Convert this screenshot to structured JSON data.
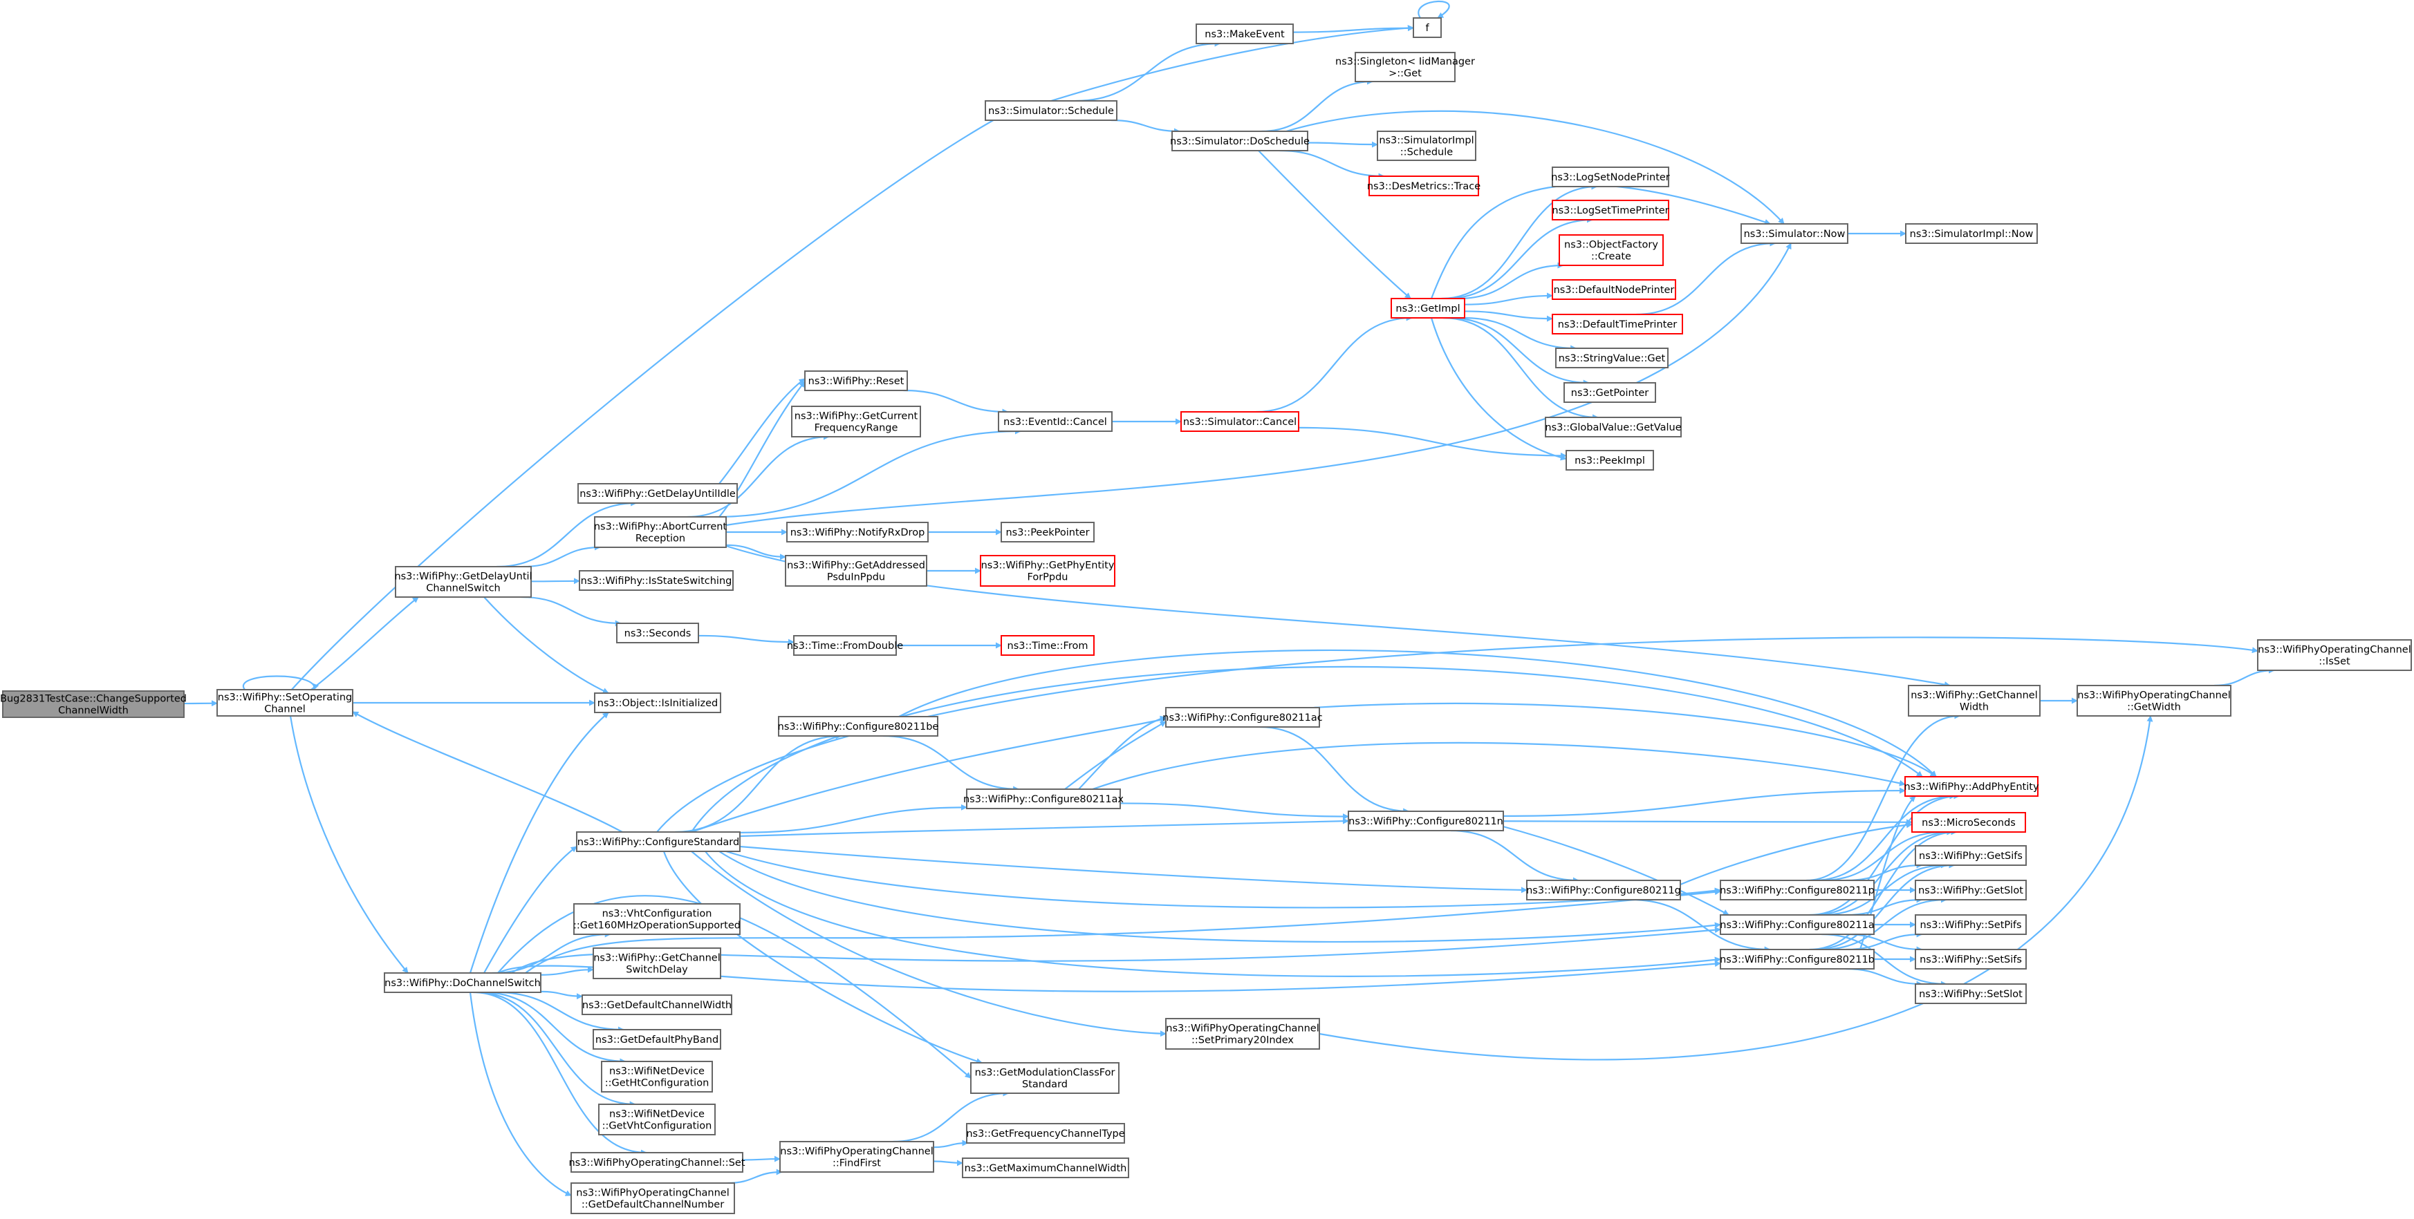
{
  "colors": {
    "edge": "#63b8ff",
    "node_border": "#666666",
    "truncated_border": "#ff0000",
    "root_fill": "#999999"
  },
  "nodes": {
    "bug": [
      "Bug2831TestCase::ChangeSupported",
      "ChannelWidth"
    ],
    "setop": [
      "ns3::WifiPhy::SetOperating",
      "Channel"
    ],
    "schedule": [
      "ns3::Simulator::Schedule"
    ],
    "makeevent": [
      "ns3::MakeEvent"
    ],
    "f": [
      "f"
    ],
    "singleton": [
      "ns3::Singleton< IidManager",
      " >::Get"
    ],
    "doschedule": [
      "ns3::Simulator::DoSchedule"
    ],
    "simimplsched": [
      "ns3::SimulatorImpl",
      "::Schedule"
    ],
    "desmetrics": [
      "ns3::DesMetrics::Trace"
    ],
    "lognode": [
      "ns3::LogSetNodePrinter"
    ],
    "logtime": [
      "ns3::LogSetTimePrinter"
    ],
    "objfactory": [
      "ns3::ObjectFactory",
      "::Create"
    ],
    "defnode": [
      "ns3::DefaultNodePrinter"
    ],
    "deftime": [
      "ns3::DefaultTimePrinter"
    ],
    "getimpl": [
      "ns3::GetImpl"
    ],
    "strget": [
      "ns3::StringValue::Get"
    ],
    "getptr": [
      "ns3::GetPointer"
    ],
    "globget": [
      "ns3::GlobalValue::GetValue"
    ],
    "peekimpl": [
      "ns3::PeekImpl"
    ],
    "simnow": [
      "ns3::Simulator::Now"
    ],
    "simimplnow": [
      "ns3::SimulatorImpl::Now"
    ],
    "reset": [
      "ns3::WifiPhy::Reset"
    ],
    "getcurfreq": [
      "ns3::WifiPhy::GetCurrent",
      "FrequencyRange"
    ],
    "evcancel": [
      "ns3::EventId::Cancel"
    ],
    "simcancel": [
      "ns3::Simulator::Cancel"
    ],
    "getdelayidle": [
      "ns3::WifiPhy::GetDelayUntilIdle"
    ],
    "abort": [
      "ns3::WifiPhy::AbortCurrent",
      "Reception"
    ],
    "notifyrx": [
      "ns3::WifiPhy::NotifyRxDrop"
    ],
    "peekptr": [
      "ns3::PeekPointer"
    ],
    "getaddr": [
      "ns3::WifiPhy::GetAddressed",
      "PsduInPpdu"
    ],
    "getphyent": [
      "ns3::WifiPhy::GetPhyEntity",
      "ForPpdu"
    ],
    "getdelaysw": [
      "ns3::WifiPhy::GetDelayUntil",
      "ChannelSwitch"
    ],
    "isstatesw": [
      "ns3::WifiPhy::IsStateSwitching"
    ],
    "seconds": [
      "ns3::Seconds"
    ],
    "fromdouble": [
      "ns3::Time::FromDouble"
    ],
    "timefrom": [
      "ns3::Time::From"
    ],
    "isinit": [
      "ns3::Object::IsInitialized"
    ],
    "isset": [
      "ns3::WifiPhyOperatingChannel",
      "::IsSet"
    ],
    "getchwidth": [
      "ns3::WifiPhy::GetChannel",
      "Width"
    ],
    "opgetwidth": [
      "ns3::WifiPhyOperatingChannel",
      "::GetWidth"
    ],
    "cfgbe": [
      "ns3::WifiPhy::Configure80211be"
    ],
    "cfgac": [
      "ns3::WifiPhy::Configure80211ac"
    ],
    "cfgax": [
      "ns3::WifiPhy::Configure80211ax"
    ],
    "cfgn": [
      "ns3::WifiPhy::Configure80211n"
    ],
    "addphy": [
      "ns3::WifiPhy::AddPhyEntity"
    ],
    "micro": [
      "ns3::MicroSeconds"
    ],
    "cfgstd": [
      "ns3::WifiPhy::ConfigureStandard"
    ],
    "cfgg": [
      "ns3::WifiPhy::Configure80211g"
    ],
    "cfgp": [
      "ns3::WifiPhy::Configure80211p"
    ],
    "cfga": [
      "ns3::WifiPhy::Configure80211a"
    ],
    "cfgb": [
      "ns3::WifiPhy::Configure80211b"
    ],
    "getsifs": [
      "ns3::WifiPhy::GetSifs"
    ],
    "getslot": [
      "ns3::WifiPhy::GetSlot"
    ],
    "setpifs": [
      "ns3::WifiPhy::SetPifs"
    ],
    "setsifs": [
      "ns3::WifiPhy::SetSifs"
    ],
    "setslot": [
      "ns3::WifiPhy::SetSlot"
    ],
    "vht160": [
      "ns3::VhtConfiguration",
      "::Get160MHzOperationSupported"
    ],
    "getchsw": [
      "ns3::WifiPhy::GetChannel",
      "SwitchDelay"
    ],
    "getdefchw": [
      "ns3::GetDefaultChannelWidth"
    ],
    "getdefband": [
      "ns3::GetDefaultPhyBand"
    ],
    "getht": [
      "ns3::WifiNetDevice",
      "::GetHtConfiguration"
    ],
    "getvht": [
      "ns3::WifiNetDevice",
      "::GetVhtConfiguration"
    ],
    "dochsw": [
      "ns3::WifiPhy::DoChannelSwitch"
    ],
    "opset": [
      "ns3::WifiPhyOperatingChannel::Set"
    ],
    "opdefch": [
      "ns3::WifiPhyOperatingChannel",
      "::GetDefaultChannelNumber"
    ],
    "setprim": [
      "ns3::WifiPhyOperatingChannel",
      "::SetPrimary20Index"
    ],
    "getmodclass": [
      "ns3::GetModulationClassFor",
      "Standard"
    ],
    "findfirst": [
      "ns3::WifiPhyOperatingChannel",
      "::FindFirst"
    ],
    "getfreqtype": [
      "ns3::GetFrequencyChannelType"
    ],
    "getmaxchw": [
      "ns3::GetMaximumChannelWidth"
    ]
  }
}
